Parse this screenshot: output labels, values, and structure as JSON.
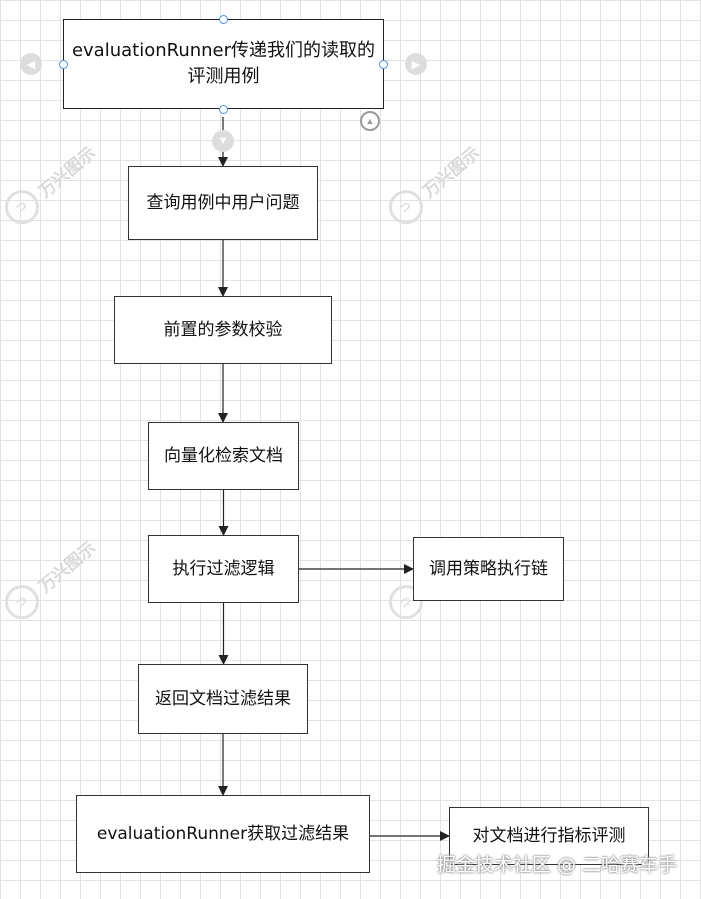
{
  "diagram": {
    "nodes": {
      "n1": "evaluationRunner传递我们的读取的评测用例",
      "n2": "查询用例中用户问题",
      "n3": "前置的参数校验",
      "n4": "向量化检索文档",
      "n5": "执行过滤逻辑",
      "n6": "调用策略执行链",
      "n7": "返回文档过滤结果",
      "n8": "evaluationRunner获取过滤结果",
      "n9": "对文档进行指标评测"
    },
    "edges": [
      {
        "from": "n1",
        "to": "n2"
      },
      {
        "from": "n2",
        "to": "n3"
      },
      {
        "from": "n3",
        "to": "n4"
      },
      {
        "from": "n4",
        "to": "n5"
      },
      {
        "from": "n5",
        "to": "n6"
      },
      {
        "from": "n5",
        "to": "n7"
      },
      {
        "from": "n7",
        "to": "n8"
      },
      {
        "from": "n8",
        "to": "n9"
      }
    ]
  },
  "watermark": {
    "text": "万兴图示",
    "logo_icon": "wanxing-logo-icon"
  },
  "footer": {
    "credit": "掘金技术社区 @ 二哈赛车手"
  },
  "colors": {
    "node_border": "#333333",
    "edge": "#222222",
    "handle": "#4a90e2",
    "grid": "#e3e3e3"
  }
}
